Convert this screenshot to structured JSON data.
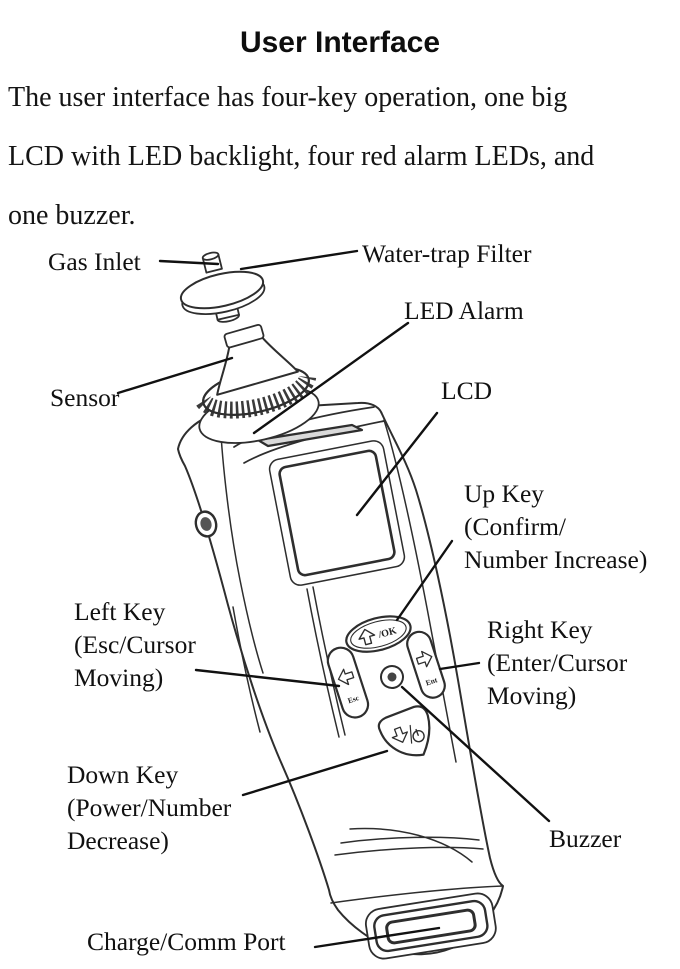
{
  "page": {
    "title": "User Interface",
    "intro_lines": [
      "The user interface has four-key operation, one big",
      "LCD with LED backlight, four red alarm LEDs, and",
      "one buzzer."
    ]
  },
  "diagram": {
    "labels": {
      "gas_inlet": "Gas Inlet",
      "water_trap_filter": "Water-trap Filter",
      "led_alarm": "LED Alarm",
      "lcd": "LCD",
      "sensor": "Sensor",
      "up_key": [
        "Up Key",
        "(Confirm/",
        "Number Increase)"
      ],
      "left_key": [
        "Left Key",
        "(Esc/Cursor",
        "Moving)"
      ],
      "right_key": [
        "Right Key",
        "(Enter/Cursor",
        "Moving)"
      ],
      "down_key": [
        "Down Key",
        "(Power/Number",
        "Decrease)"
      ],
      "buzzer": "Buzzer",
      "charge_comm_port": "Charge/Comm Port"
    },
    "keycaps": {
      "up": "/OK",
      "left": "Esc",
      "right": "Ent"
    },
    "colors": {
      "ink": "#111111",
      "line_art": "#2e2e2e",
      "paper": "#ffffff"
    }
  }
}
